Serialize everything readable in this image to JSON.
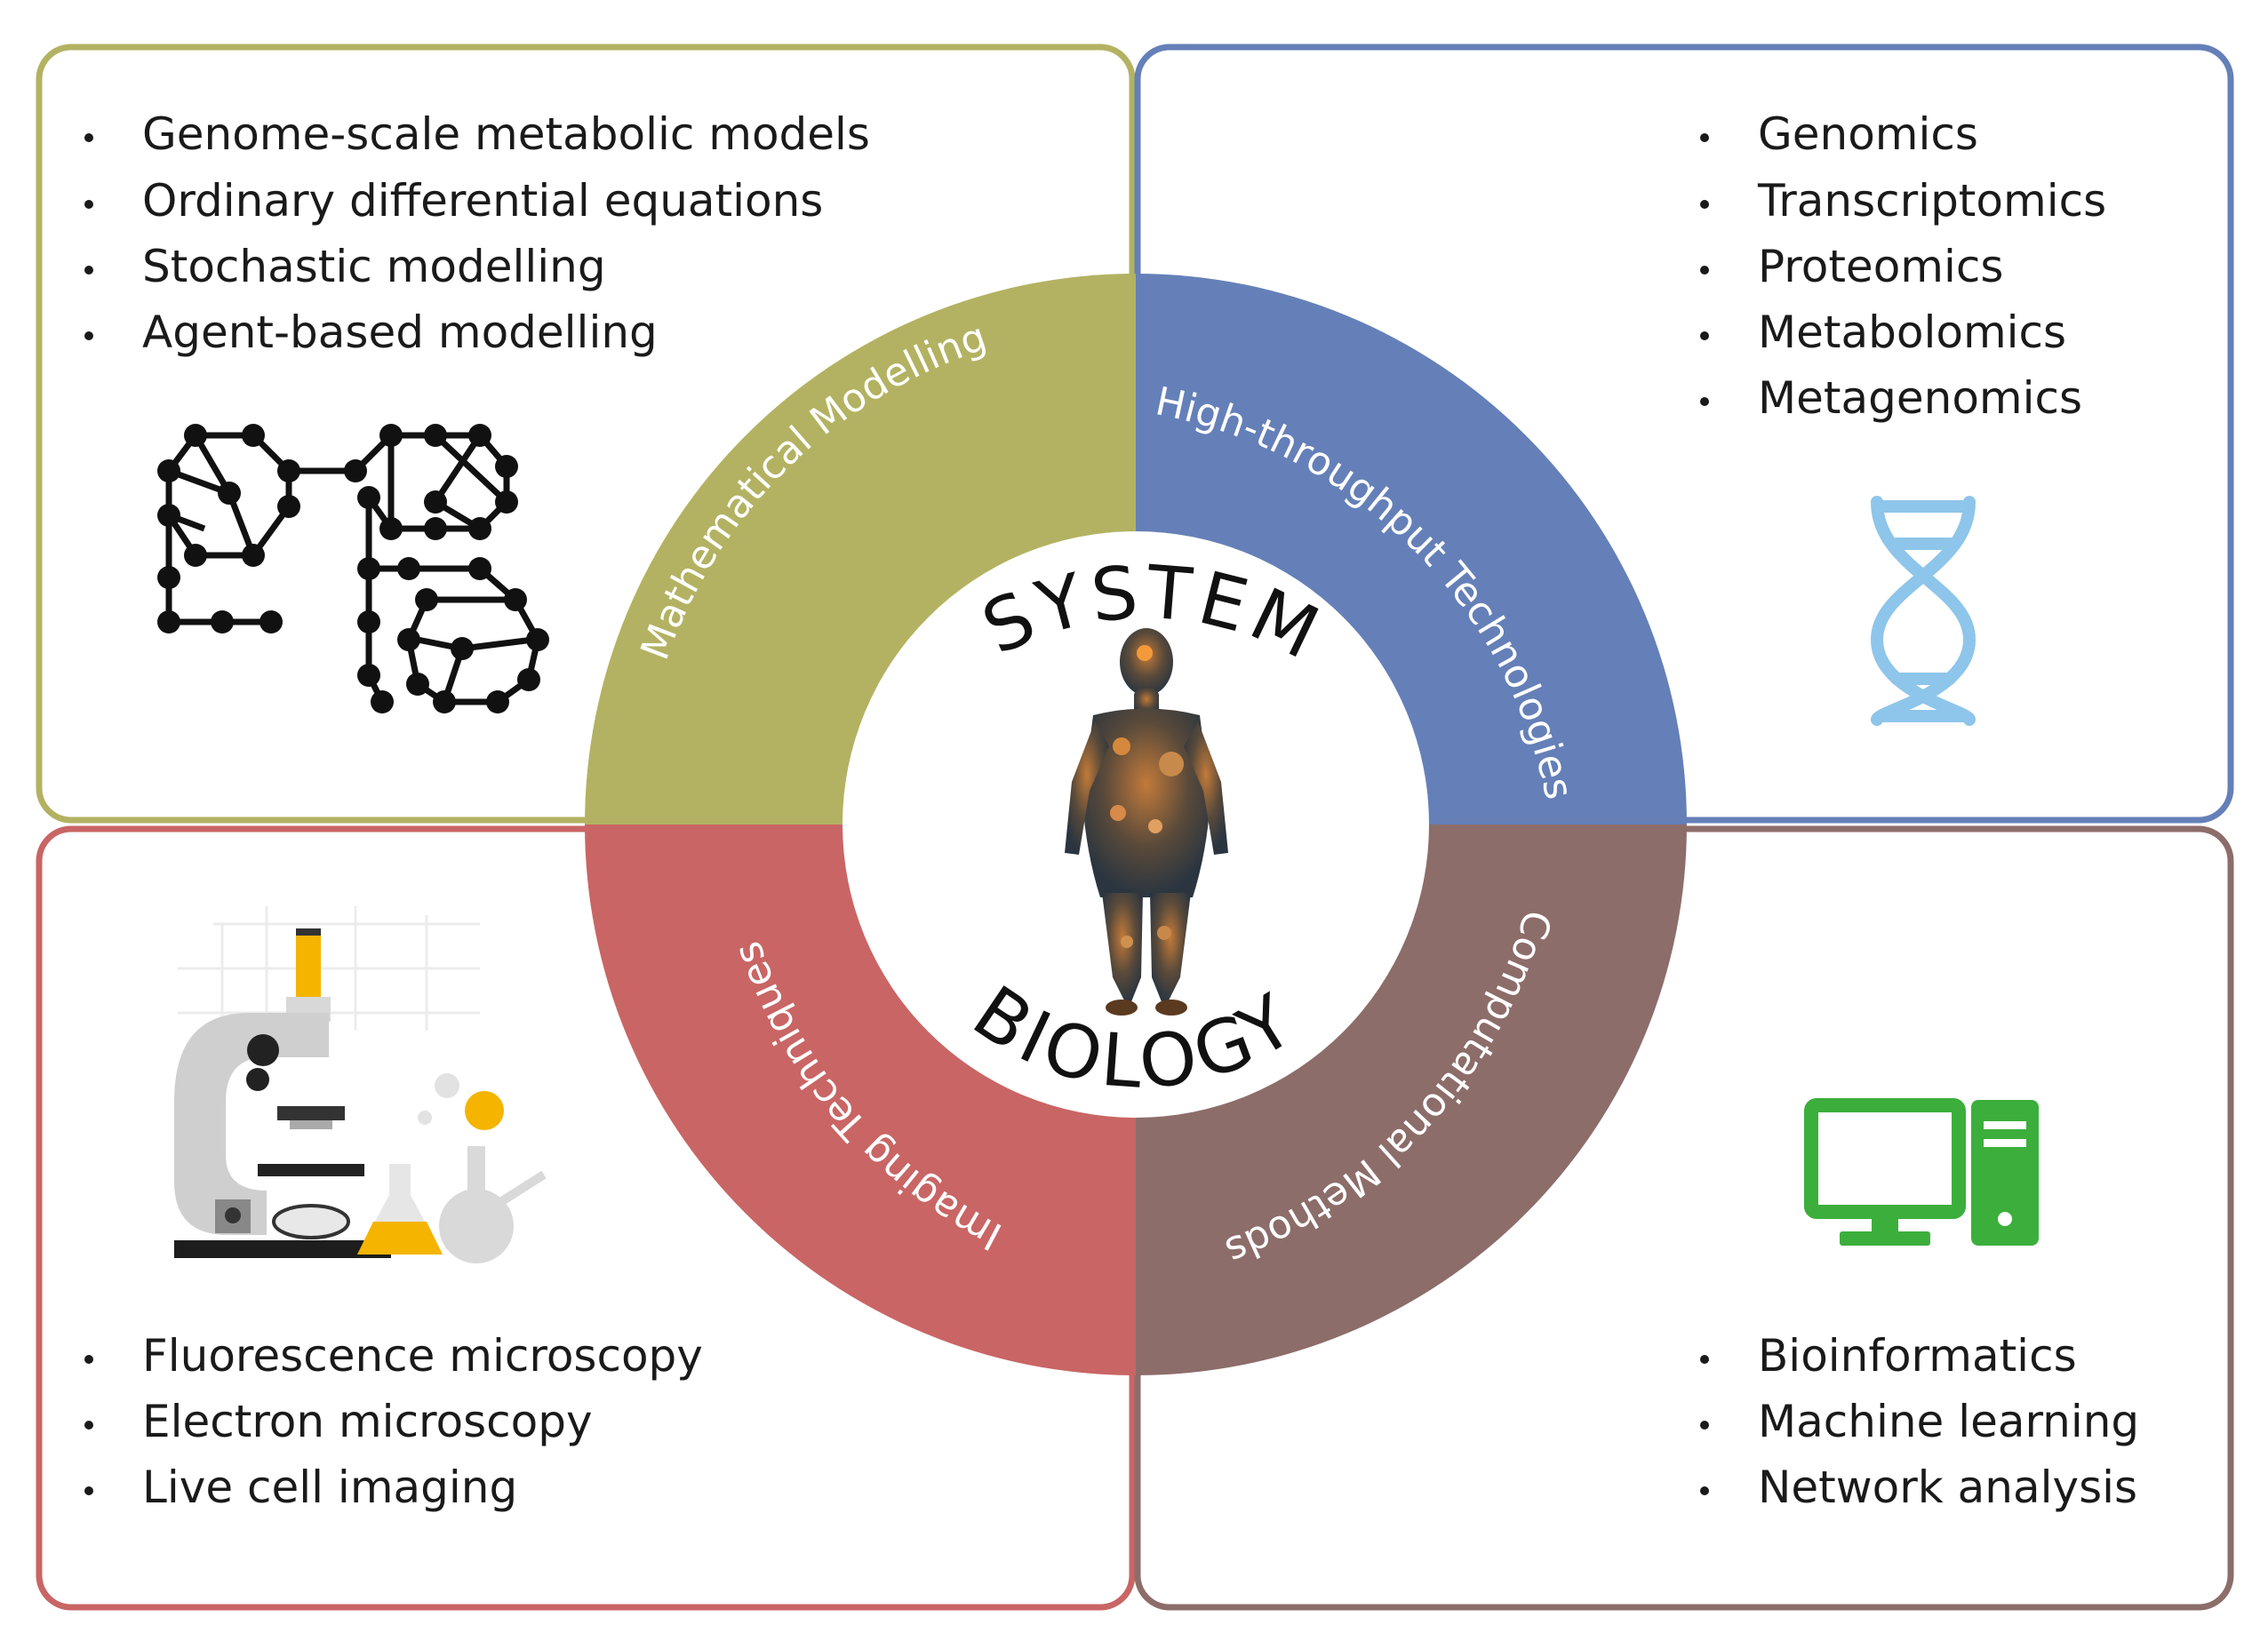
{
  "center": {
    "top_word": "SYSTEM",
    "bottom_word": "BIOLOGY"
  },
  "quadrants": {
    "modelling": {
      "arc_label": "Mathematical Modelling",
      "color": "#b3b262",
      "items": [
        "Genome-scale metabolic models",
        "Ordinary differential equations",
        "Stochastic modelling",
        "Agent-based modelling"
      ],
      "icon": "network-graph-icon"
    },
    "high_throughput": {
      "arc_label": "High-throughput Technologies",
      "color": "#6580b8",
      "items": [
        "Genomics",
        "Transcriptomics",
        "Proteomics",
        "Metabolomics",
        "Metagenomics"
      ],
      "icon": "dna-icon"
    },
    "imaging": {
      "arc_label": "Imaging Techniques",
      "color": "#c96565",
      "items": [
        "Fluorescence microscopy",
        "Electron microscopy",
        "Live cell imaging"
      ],
      "icon": "microscope-icon"
    },
    "computational": {
      "arc_label": "Computational Methods",
      "color": "#8c6d6a",
      "items": [
        "Bioinformatics",
        "Machine learning",
        "Network analysis"
      ],
      "icon": "computer-icon"
    }
  }
}
